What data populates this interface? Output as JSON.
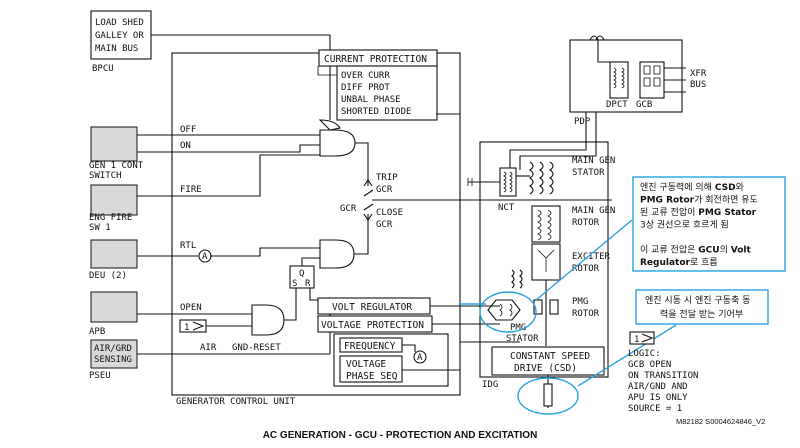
{
  "caption": "AC GENERATION - GCU - PROTECTION AND EXCITATION",
  "doc_ref": "M82182 S0004624846_V2",
  "bpcu": {
    "box_lines": [
      "LOAD SHED",
      "GALLEY OR",
      "MAIN BUS"
    ],
    "label": "BPCU"
  },
  "current_protection": {
    "title": "CURRENT PROTECTION",
    "items": [
      "OVER CURR",
      "DIFF PROT",
      "UNBAL PHASE",
      "SHORTED DIODE"
    ]
  },
  "gen_switch": {
    "off": "OFF",
    "on": "ON",
    "label_lines": [
      "GEN 1 CONT",
      "SWITCH"
    ]
  },
  "eng_fire": {
    "fire": "FIRE",
    "label_lines": [
      "ENG FIRE",
      "SW 1"
    ]
  },
  "deu": {
    "rtl": "RTL",
    "label": "DEU (2)",
    "callout": "A"
  },
  "apb": {
    "open": "OPEN",
    "label": "APB",
    "logic_num": "1"
  },
  "pseu": {
    "box_lines": [
      "AIR/GRD",
      "SENSING"
    ],
    "label": "PSEU",
    "air": "AIR",
    "gnd_reset": "GND-RESET"
  },
  "flipflop": {
    "q": "Q",
    "s": "S",
    "r": "R"
  },
  "relay": {
    "trip": "TRIP",
    "trip_gcr": "GCR",
    "gcr": "GCR",
    "close": "CLOSE",
    "close_gcr": "GCR"
  },
  "volt_regulator": "VOLT REGULATOR",
  "voltage_protection": "VOLTAGE PROTECTION",
  "frequency": "FREQUENCY",
  "voltage_phase_seq": [
    "VOLTAGE",
    "PHASE SEQ"
  ],
  "callout_a": "A",
  "gcu_label": "GENERATOR CONTROL UNIT",
  "pdp": {
    "label": "PDP",
    "dpct": "DPCT",
    "gcb": "GCB",
    "xfr_bus": [
      "XFR",
      "BUS"
    ]
  },
  "idg": {
    "label": "IDG",
    "nct": "NCT",
    "main_gen_stator": [
      "MAIN GEN",
      "STATOR"
    ],
    "main_gen_rotor": [
      "MAIN GEN",
      "ROTOR"
    ],
    "exciter_rotor": [
      "EXCITER",
      "ROTOR"
    ],
    "pmg_rotor": [
      "PMG",
      "ROTOR"
    ],
    "pmg_stator": [
      "PMG",
      "STATOR"
    ],
    "csd": [
      "CONSTANT SPEED",
      "DRIVE (CSD)"
    ]
  },
  "annotation_1": {
    "lines": [
      [
        {
          "t": "엔진 구동력에 의해 "
        },
        {
          "t": "CSD",
          "b": true
        },
        {
          "t": "와"
        }
      ],
      [
        {
          "t": "PMG Rotor",
          "b": true
        },
        {
          "t": "가 회전하면 유도"
        }
      ],
      [
        {
          "t": "된 교류 전압이 "
        },
        {
          "t": "PMG Stator",
          "b": true
        }
      ],
      [
        {
          "t": "3상 권선으로 흐르게 됨"
        }
      ],
      [
        {
          "t": ""
        }
      ],
      [
        {
          "t": "이 교류 전압은 "
        },
        {
          "t": "GCU",
          "b": true
        },
        {
          "t": "의 "
        },
        {
          "t": "Volt",
          "b": true
        }
      ],
      [
        {
          "t": "Regulator",
          "b": true
        },
        {
          "t": "로 흐름"
        }
      ]
    ]
  },
  "annotation_2": {
    "lines": [
      "엔진 시동 시 엔진 구동축 동",
      "력을 전달 받는 기어부"
    ]
  },
  "logic_note": {
    "num": "1",
    "lines": [
      "LOGIC:",
      "GCB OPEN",
      "ON TRANSITION",
      "AIR/GND AND",
      "APU IS ONLY",
      "SOURCE = 1"
    ]
  },
  "colors": {
    "callout_border": "#29a3e0",
    "shading": "#d9d9d9"
  }
}
